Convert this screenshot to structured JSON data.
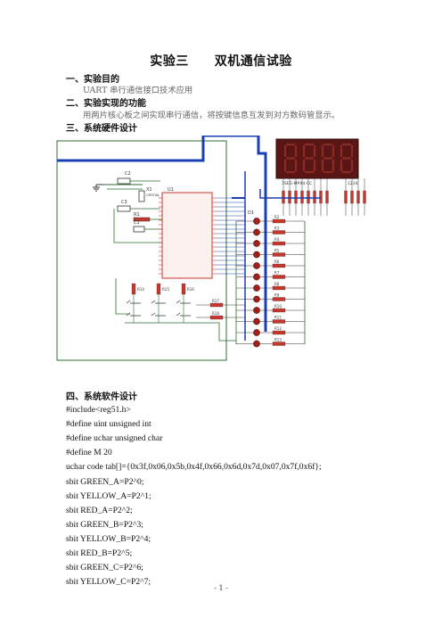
{
  "doc": {
    "title": "实验三　　双机通信试验",
    "sections": [
      {
        "heading": "一、实验目的",
        "body": "UART 串行通信接口技术应用"
      },
      {
        "heading": "二、实验实现的功能",
        "body": "用两片核心板之间实现串行通信，将按键信息互发到对方数码管显示。"
      },
      {
        "heading": "三、系统硬件设计",
        "body": ""
      },
      {
        "heading": "四、系统软件设计",
        "body": ""
      }
    ],
    "code_lines": [
      "#include<reg51.h>",
      "#define  uint  unsigned  int",
      "#define  uchar  unsigned  char",
      "#define  M  20",
      "uchar  code  tab[]={0x3f,0x06,0x5b,0x4f,0x66,0x6d,0x7d,0x07,0x7f,0x6f};",
      "sbit  GREEN_A=P2^0;",
      "sbit  YELLOW_A=P2^1;",
      "sbit  RED_A=P2^2;",
      "sbit  GREEN_B=P2^3;",
      "sbit  YELLOW_B=P2^4;",
      "sbit  RED_B=P2^5;",
      "sbit  GREEN_C=P2^6;",
      "sbit  YELLOW_C=P2^7;"
    ],
    "page_number": "- 1 -"
  },
  "schematic": {
    "labels": {
      "u1": "U1",
      "c2": "C2",
      "c3": "C3",
      "x1": "X1",
      "crystal": "CRYSTAL",
      "r1": "R1",
      "c1": "C1",
      "d1": "D1",
      "display_left": "7SEG-MPX4-CC",
      "display_right": "1234",
      "resistors": [
        "R2",
        "R3",
        "R4",
        "R5",
        "R6",
        "R7",
        "R8",
        "R9",
        "R10",
        "R11",
        "R12",
        "R13"
      ],
      "bottom_resistors": [
        "R14",
        "R15",
        "R16"
      ],
      "switch_resistors": [
        "R17",
        "R18"
      ]
    },
    "colors": {
      "wire": "#1a3fb0",
      "green_wire": "#2f6b2f",
      "chip": "#c8372d",
      "led": "#a0201a",
      "display_bg": "#5a1614",
      "display_segment": "#8c2a24"
    }
  }
}
